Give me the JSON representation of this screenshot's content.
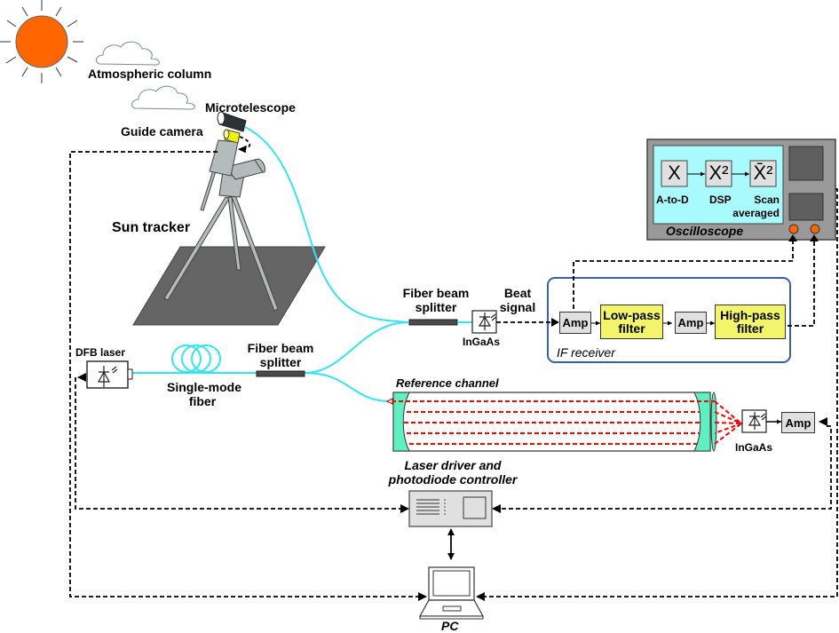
{
  "labels": {
    "atmospheric_column": "Atmospheric column",
    "microtelescope": "Microtelescope",
    "guide_camera": "Guide camera",
    "sun_tracker": "Sun tracker",
    "fiber_beam_splitter_1": "Fiber beam splitter",
    "fiber_beam_splitter_1_l1": "Fiber beam",
    "fiber_beam_splitter_1_l2": "splitter",
    "fiber_beam_splitter_2_l1": "Fiber beam",
    "fiber_beam_splitter_2_l2": "splitter",
    "beat_signal_l1": "Beat",
    "beat_signal_l2": "signal",
    "ingaas_1": "InGaAs",
    "ingaas_2": "InGaAs",
    "dfb_laser": "DFB laser",
    "single_mode_fiber_l1": "Single-mode",
    "single_mode_fiber_l2": "fiber",
    "reference_channel": "Reference channel",
    "laser_driver_l1": "Laser driver and",
    "laser_driver_l2": "photodiode controller",
    "pc": "PC"
  },
  "if_receiver": {
    "title": "IF receiver",
    "amp1": "Amp",
    "low_pass_l1": "Low-pass",
    "low_pass_l2": "filter",
    "amp2": "Amp",
    "high_pass_l1": "High-pass",
    "high_pass_l2": "filter"
  },
  "reference_amp": "Amp",
  "oscilloscope": {
    "title": "Oscilloscope",
    "stages": [
      {
        "symbol": "X",
        "label": "A-to-D"
      },
      {
        "symbol": "X²",
        "label": "DSP"
      },
      {
        "symbol": "X̄²",
        "label_l1": "Scan",
        "label_l2": "averaged"
      }
    ]
  },
  "colors": {
    "fiber": "#33e5ef",
    "sun": "#ff6600",
    "laser_beam": "#ff0000",
    "filter": "#f2f56b",
    "scope_screen": "#a8fafd",
    "if_border": "#3a5ea8",
    "mirror": "#5ef0c0"
  }
}
